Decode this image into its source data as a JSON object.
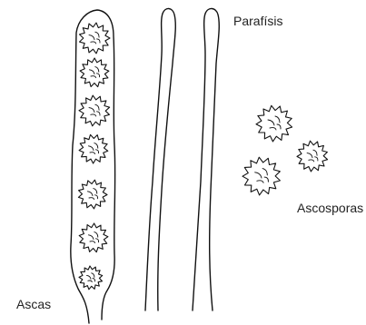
{
  "labels": {
    "parafisis": "Parafísis",
    "ascosporas": "Ascosporas",
    "ascas": "Ascas"
  },
  "ascus_spore_count": 7,
  "free_ascospore_count": 3
}
